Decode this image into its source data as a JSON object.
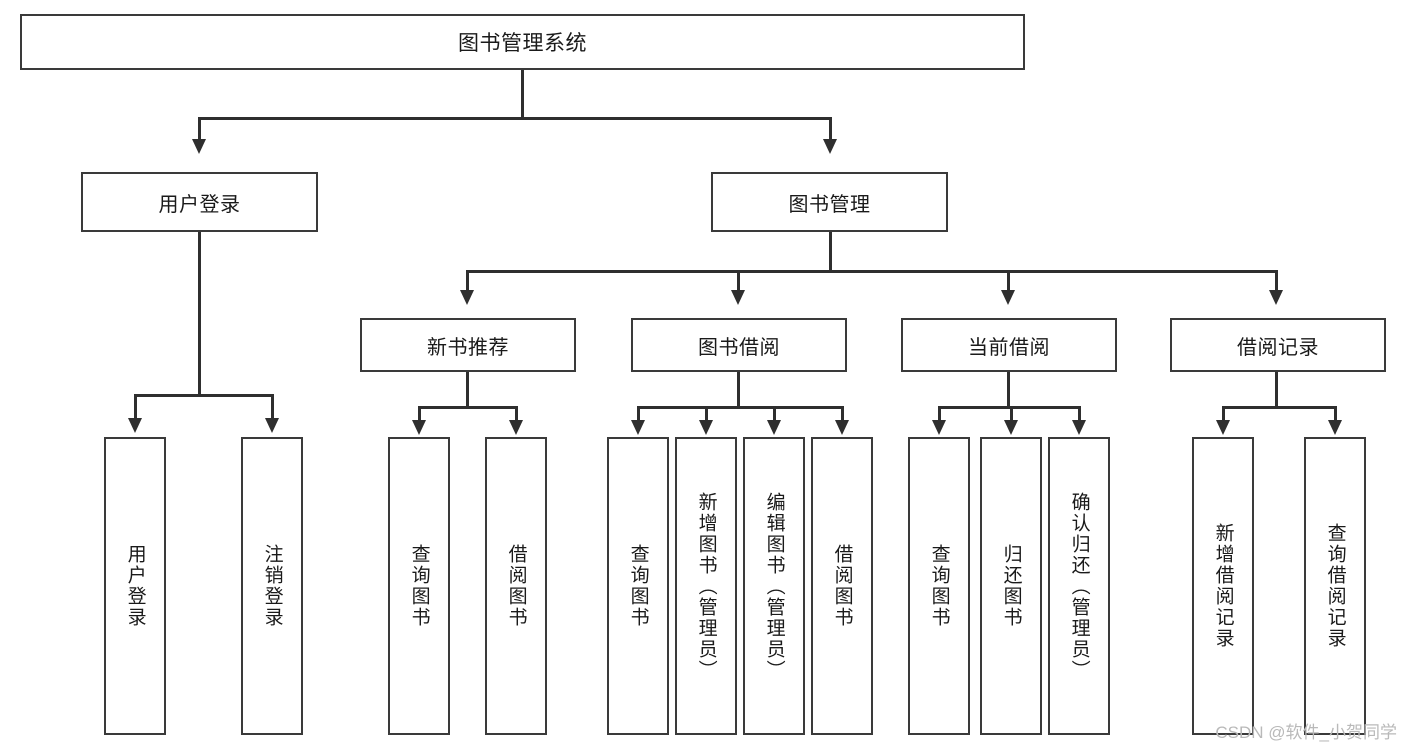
{
  "diagram": {
    "title": "图书管理系统",
    "type": "tree",
    "orientation": "top-down",
    "colors": {
      "box_border": "#3a3a3a",
      "connector": "#2f2f2f",
      "background": "#ffffff",
      "text": "#1a1a1a",
      "watermark": "#b9b9b9"
    }
  },
  "root": {
    "label": "图书管理系统"
  },
  "level1": [
    {
      "label": "用户登录"
    },
    {
      "label": "图书管理"
    }
  ],
  "level2": [
    {
      "label": "新书推荐"
    },
    {
      "label": "图书借阅"
    },
    {
      "label": "当前借阅"
    },
    {
      "label": "借阅记录"
    }
  ],
  "leaves": {
    "user_login": [
      {
        "label": "用户登录"
      },
      {
        "label": "注销登录"
      }
    ],
    "new_book_recommend": [
      {
        "label": "查询图书"
      },
      {
        "label": "借阅图书"
      }
    ],
    "book_borrow": [
      {
        "label": "查询图书"
      },
      {
        "label": "新增图书（管理员）"
      },
      {
        "label": "编辑图书（管理员）"
      },
      {
        "label": "借阅图书"
      }
    ],
    "current_borrow": [
      {
        "label": "查询图书"
      },
      {
        "label": "归还图书"
      },
      {
        "label": "确认归还（管理员）"
      }
    ],
    "borrow_record": [
      {
        "label": "新增借阅记录"
      },
      {
        "label": "查询借阅记录"
      }
    ]
  },
  "watermark": {
    "text": "CSDN @软件_小贺同学"
  }
}
